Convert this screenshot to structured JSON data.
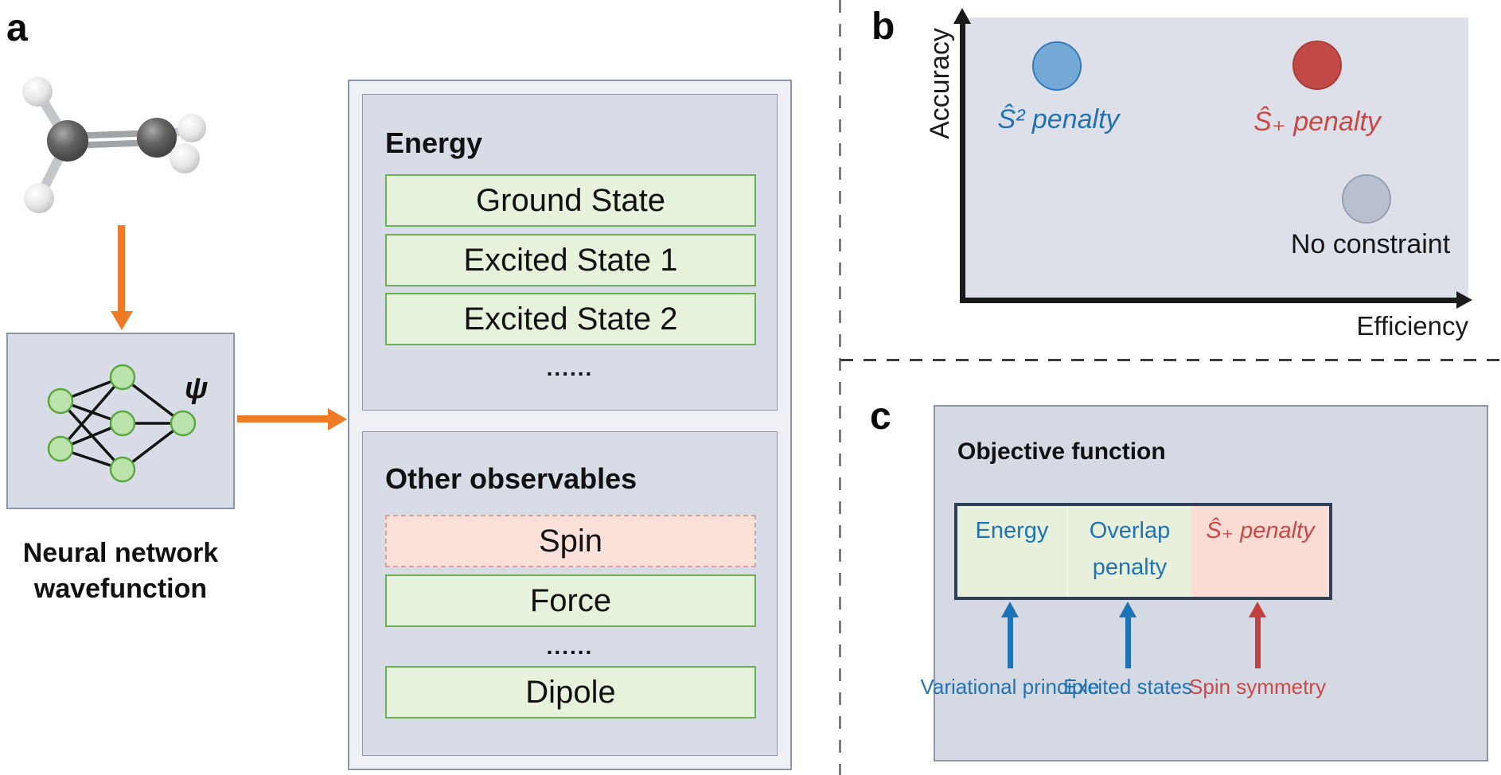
{
  "figure": {
    "panel_a": {
      "label": "a",
      "molecule": "ethylene ball-and-stick model",
      "nn": {
        "psi": "ψ",
        "caption_line1": "Neural network",
        "caption_line2": "wavefunction"
      },
      "outputs": {
        "energy": {
          "title": "Energy",
          "rows": [
            "Ground State",
            "Excited State 1",
            "Excited State 2"
          ],
          "ellipsis": "......"
        },
        "other": {
          "title": "Other observables",
          "spin": "Spin",
          "force": "Force",
          "ellipsis": "......",
          "dipole": "Dipole"
        }
      }
    },
    "panel_b": {
      "label": "b",
      "y_axis_label": "Accuracy",
      "x_axis_label": "Efficiency",
      "points": [
        {
          "name": "s2-penalty",
          "label": "Ŝ² penalty"
        },
        {
          "name": "splus-penalty",
          "label": "Ŝ₊ penalty"
        },
        {
          "name": "no-constraint",
          "label": "No constraint"
        }
      ]
    },
    "panel_c": {
      "label": "c",
      "title": "Objective function",
      "terms": [
        {
          "label": "Energy",
          "annotation": "Variational principle"
        },
        {
          "label": "Overlap penalty",
          "annotation": "Excited states"
        },
        {
          "label": "Ŝ₊ penalty",
          "annotation": "Spin symmetry"
        }
      ]
    }
  },
  "chart_data": {
    "type": "scatter",
    "title": "",
    "xlabel": "Efficiency",
    "ylabel": "Accuracy",
    "axes_quantitative": false,
    "grid": false,
    "points": [
      {
        "label": "Ŝ² penalty",
        "x": 0.18,
        "y": 0.83,
        "color": "#74a9d6"
      },
      {
        "label": "Ŝ₊ penalty",
        "x": 0.7,
        "y": 0.83,
        "color": "#c14a46"
      },
      {
        "label": "No constraint",
        "x": 0.8,
        "y": 0.36,
        "color": "#b9c0cd"
      }
    ]
  },
  "colors": {
    "accent_orange": "#ee7b28",
    "panel_fill": "#d8dce6",
    "panel_fill_light": "#eef0f6",
    "panel_border": "#8b96aa",
    "plot_fill": "#dde0e8",
    "green_fill": "#e6f2dc",
    "green_border": "#6fae58",
    "pink_fill": "#fce0da",
    "pink_border": "#dba09a",
    "navy_border": "#2e3f57",
    "blue_text": "#2173b4",
    "red_text": "#c84a48",
    "blue_dot_fill": "#74a9d6",
    "blue_dot_border": "#3178bd",
    "red_dot_fill": "#c14a46",
    "red_dot_border": "#a93c38",
    "gray_dot_fill": "#b9c0cd",
    "gray_dot_border": "#97a1b3",
    "node_fill": "#bce3ac",
    "node_border": "#5ba83f"
  }
}
